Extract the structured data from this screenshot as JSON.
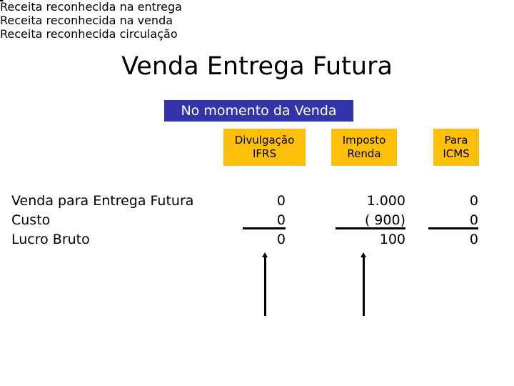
{
  "slide": {
    "title": "Venda Entrega Futura",
    "banner": "No momento da Venda"
  },
  "columns": [
    {
      "key": "ifrs",
      "head_line1": "Divulgação",
      "head_line2": "IFRS"
    },
    {
      "key": "ir",
      "head_line1": "Imposto",
      "head_line2": "Renda"
    },
    {
      "key": "icms",
      "head_line1": "Para",
      "head_line2": "ICMS"
    }
  ],
  "rows": [
    {
      "label": "Venda para Entrega Futura",
      "ifrs": "0",
      "ir": "1.000",
      "icms": "0"
    },
    {
      "label": "Custo",
      "ifrs": "0",
      "ir": "( 900)",
      "icms": "0"
    },
    {
      "label": "Lucro Bruto",
      "ifrs": "0",
      "ir": "100",
      "icms": "0"
    }
  ],
  "notes": [
    {
      "key": "ifrs",
      "line1": "Receita",
      "line2": "reconhecida",
      "line3": "na entrega"
    },
    {
      "key": "ir",
      "line1": "Receita",
      "line2": "reconhecida",
      "line3": "na venda"
    },
    {
      "key": "icms",
      "line1": "Receita",
      "line2": "reconhecida",
      "line3": "circulação"
    }
  ],
  "colors": {
    "banner_bg": "#3333aa",
    "header_bg": "#fcbf0a",
    "note_bg": "#12a84e",
    "text": "#000000",
    "inverse_text": "#ffffff"
  }
}
